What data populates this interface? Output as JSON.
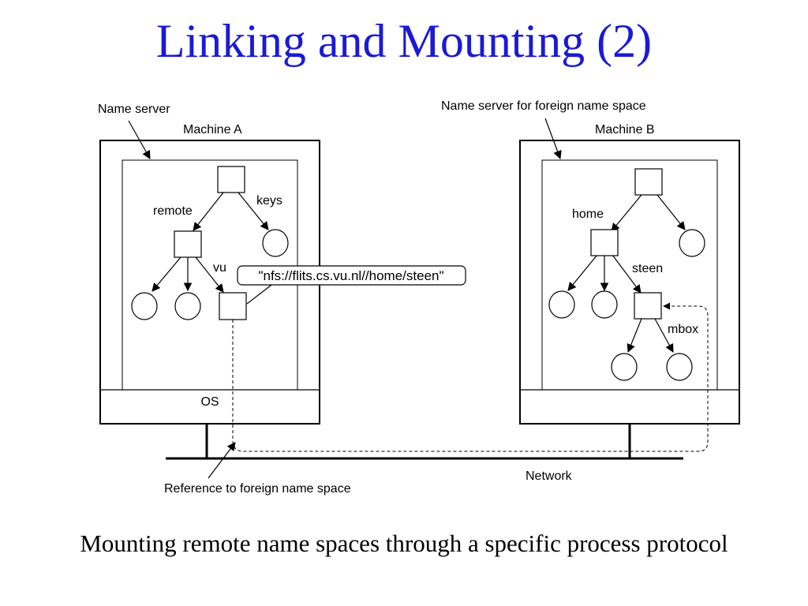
{
  "title": "Linking and Mounting (2)",
  "caption": "Mounting remote name spaces through a specific process protocol",
  "diagram": {
    "name_server_label": "Name server",
    "foreign_name_server_label": "Name server for foreign name space",
    "machine_a_label": "Machine A",
    "machine_b_label": "Machine B",
    "os_label": "OS",
    "network_label": "Network",
    "reference_label": "Reference to foreign name space",
    "edge_remote": "remote",
    "edge_keys": "keys",
    "edge_vu": "vu",
    "mount_string": "\"nfs://flits.cs.vu.nl//home/steen\"",
    "edge_home": "home",
    "edge_steen": "steen",
    "edge_mbox": "mbox"
  }
}
